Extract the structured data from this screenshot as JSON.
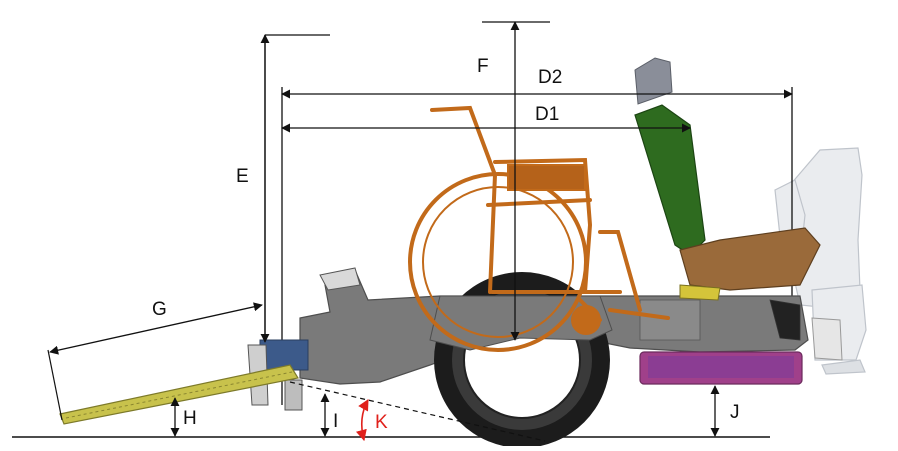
{
  "labels": {
    "D1": "D1",
    "D2": "D2",
    "E": "E",
    "F": "F",
    "G": "G",
    "H": "H",
    "I": "I",
    "J": "J",
    "K": "K"
  },
  "colors": {
    "dimension_line": "#111111",
    "angle_marker": "#e0201b",
    "frame": "#6b6b6b",
    "wheelchair": "#c26a1a",
    "tire": "#1c1c1c",
    "ramp": "#b9b442",
    "seat_back": "#2e6b1f",
    "seat_cushion": "#9a6a3a",
    "battery": "#a0408a",
    "front_seat_ghost": "#c9cdd3"
  }
}
